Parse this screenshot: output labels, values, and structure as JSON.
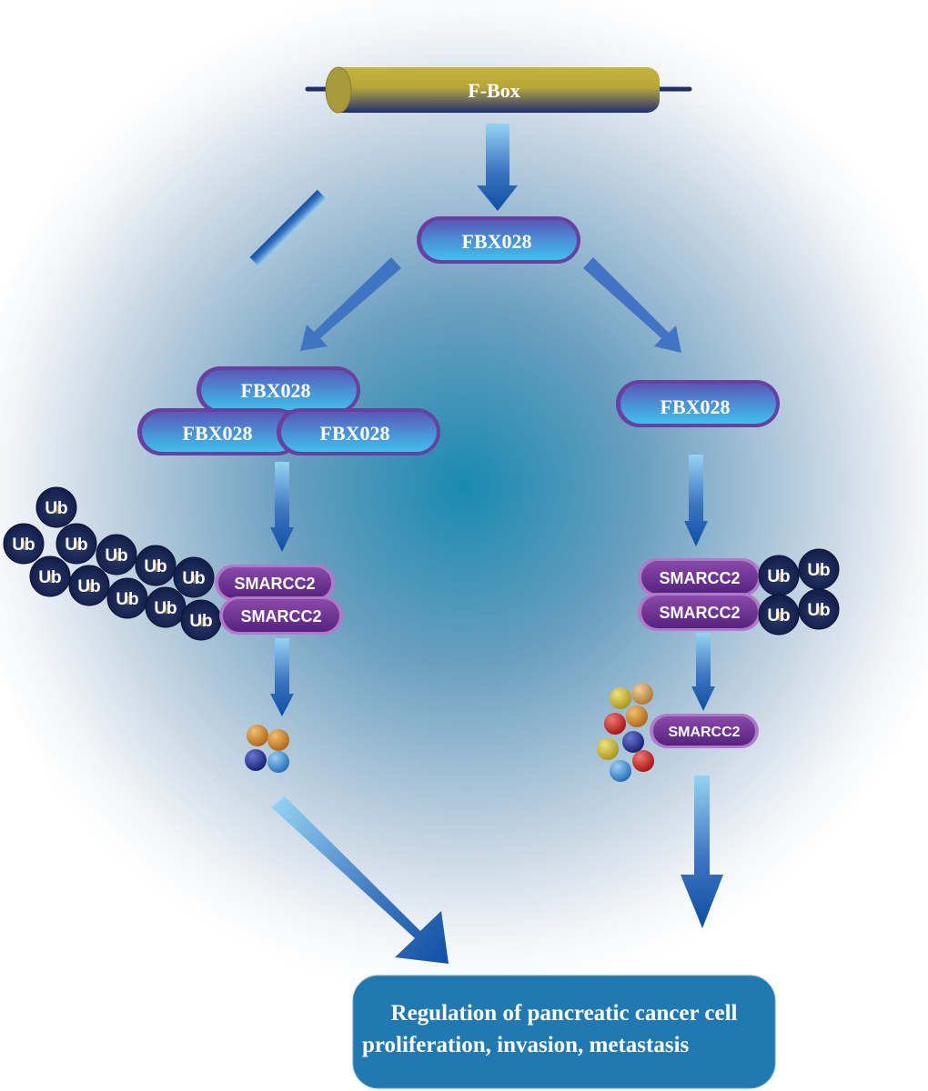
{
  "diagram": {
    "fbox": {
      "label": "F-Box"
    },
    "fbx_top": {
      "label": "FBX028"
    },
    "left_branch": {
      "trimer": [
        "FBX028",
        "FBX028",
        "FBX028"
      ],
      "smarcc2": [
        "SMARCC2",
        "SMARCC2"
      ],
      "ub_label": "Ub",
      "ub_count": 11,
      "degraded_fragments": 4
    },
    "right_branch": {
      "monomer": "FBX028",
      "smarcc2": [
        "SMARCC2",
        "SMARCC2"
      ],
      "ub_label": "Ub",
      "ub_count": 4,
      "released": "SMARCC2",
      "degraded_fragments": 8
    },
    "outcome": {
      "line1": "Regulation of pancreatic cancer cell",
      "line2": "proliferation, invasion, metastasis"
    },
    "colors": {
      "bg_center": "#1a8ab0",
      "arrow_dark": "#0d4fa3",
      "arrow_light": "#8fd0f0",
      "fbx_border": "#6a3fa0",
      "fbx_fill_top": "#5a5fc0",
      "fbx_fill_bottom": "#3fb8e8",
      "smarcc2_fill": "#6a2f90",
      "smarcc2_border": "#b07ac8",
      "ub_fill": "#16224e",
      "outcome_fill": "#2079b0",
      "fbox_gold": "#c0b030",
      "fbox_navy": "#1f2e70"
    }
  }
}
